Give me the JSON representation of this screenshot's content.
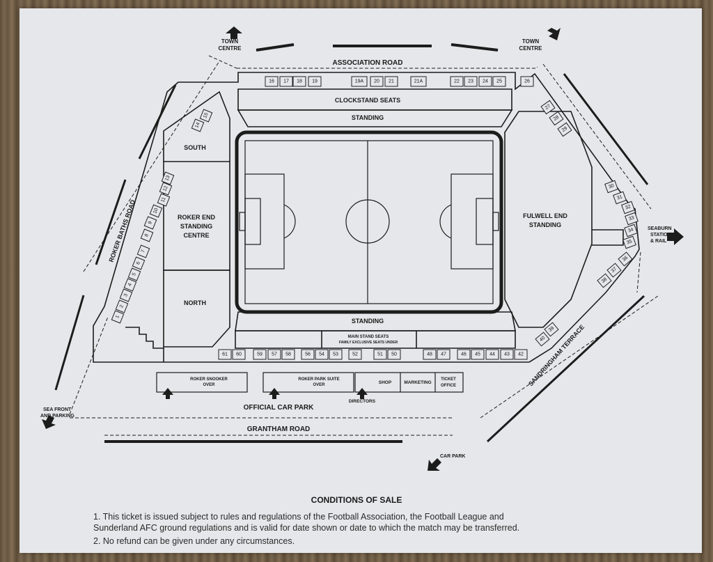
{
  "roads": {
    "association": "ASSOCIATION ROAD",
    "grantham": "GRANTHAM ROAD",
    "roker_baths": "ROKER BATHS ROAD",
    "sandringham": "SANDRINGHAM TERRACE"
  },
  "directions": {
    "town_centre_left": [
      "TOWN",
      "CENTRE"
    ],
    "town_centre_right": [
      "TOWN",
      "CENTRE"
    ],
    "seaburn": [
      "SEABURN",
      "STATION",
      "& RAIL"
    ],
    "sea_front": [
      "SEA FRONT",
      "AND PARKING"
    ],
    "car_park": "CAR PARK"
  },
  "areas": {
    "clockstand": "CLOCKSTAND SEATS",
    "standing_top": "STANDING",
    "standing_bottom": "STANDING",
    "south": "SOUTH",
    "north": "NORTH",
    "roker_end": [
      "ROKER END",
      "STANDING",
      "CENTRE"
    ],
    "fulwell_end": [
      "FULWELL END",
      "STANDING"
    ],
    "main_stand": [
      "MAIN STAND SEATS",
      "FAMILY EXCLUSIVE SEATS UNDER"
    ],
    "official_car_park": "OFFICIAL CAR PARK",
    "directors": "DIRECTORS"
  },
  "buildings": {
    "roker_snooker": [
      "ROKER SNOOKER",
      "OVER"
    ],
    "roker_park_suite": [
      "ROKER PARK SUITE",
      "OVER"
    ],
    "shop": "SHOP",
    "marketing": "MARKETING",
    "ticket_office": [
      "TICKET",
      "OFFICE"
    ]
  },
  "entrances": {
    "top": [
      "16",
      "17",
      "18",
      "19",
      "19A",
      "20",
      "21",
      "21A",
      "22",
      "23",
      "24",
      "25",
      "26"
    ],
    "bottom": [
      "61",
      "60",
      "59",
      "57",
      "58",
      "56",
      "54",
      "53",
      "52",
      "51",
      "50",
      "48",
      "47",
      "46",
      "45",
      "44",
      "43",
      "42"
    ],
    "left": [
      "15",
      "14",
      "13",
      "12",
      "11",
      "10",
      "9",
      "8",
      "7",
      "6",
      "5",
      "4",
      "3",
      "2",
      "1"
    ],
    "right_upper": [
      "27",
      "28",
      "29"
    ],
    "right_end": [
      "30",
      "31",
      "32",
      "33",
      "34",
      "35"
    ],
    "right_lower": [
      "36",
      "37",
      "38",
      "39",
      "40"
    ]
  },
  "conditions": {
    "title": "CONDITIONS OF SALE",
    "items": [
      "1.   This ticket is issued subject to rules and regulations of the Football Association, the Football League and",
      "Sunderland AFC ground regulations and is valid for date shown or date to which the match may be transferred.",
      "2.   No refund can be given under any circumstances."
    ]
  }
}
